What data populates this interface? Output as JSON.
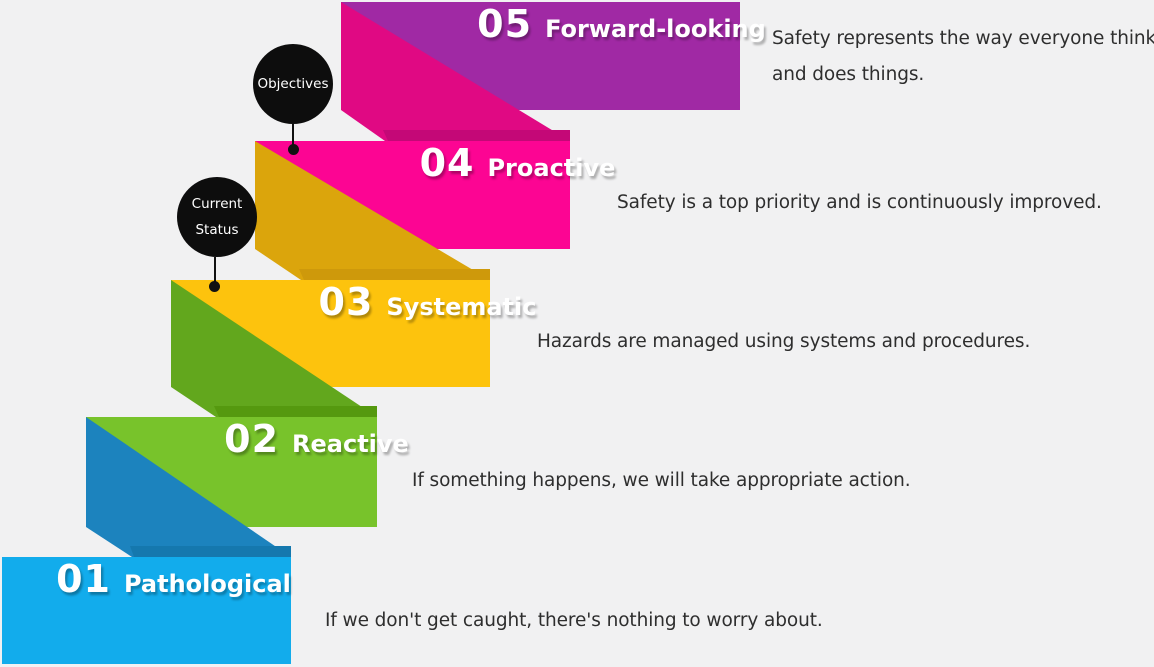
{
  "background_color": "#F1F1F2",
  "description_text_color": "#2E2E2E",
  "marker_circle_color": "#0D0D0D",
  "connector_color": "#111111",
  "markers": {
    "objectives": {
      "label": "Objectives"
    },
    "current_status": {
      "line1": "Current",
      "line2": "Status"
    }
  },
  "levels": [
    {
      "number": "05",
      "label": "Forward-looking",
      "description": "Safety represents the way everyone thinks and does things.",
      "band_color": "#A029A4",
      "fold_color": "#E00983",
      "strip_color": "#C40877"
    },
    {
      "number": "04",
      "label": "Proactive",
      "description": "Safety is a top priority and is continuously improved.",
      "band_color": "#FC0593",
      "fold_color": "#DBA50C",
      "strip_color": "#CE990B"
    },
    {
      "number": "03",
      "label": "Systematic",
      "description": "Hazards are managed using systems and procedures.",
      "band_color": "#FDC30D",
      "fold_color": "#62A71D",
      "strip_color": "#55990F"
    },
    {
      "number": "02",
      "label": "Reactive",
      "description": "If something happens, we will take appropriate action.",
      "band_color": "#78C32B",
      "fold_color": "#1C83BE",
      "strip_color": "#1578AE"
    },
    {
      "number": "01",
      "label": "Pathological",
      "description": "If we don't get caught, there's nothing to worry about.",
      "band_color": "#12ACEC",
      "fold_color": null,
      "strip_color": null
    }
  ]
}
